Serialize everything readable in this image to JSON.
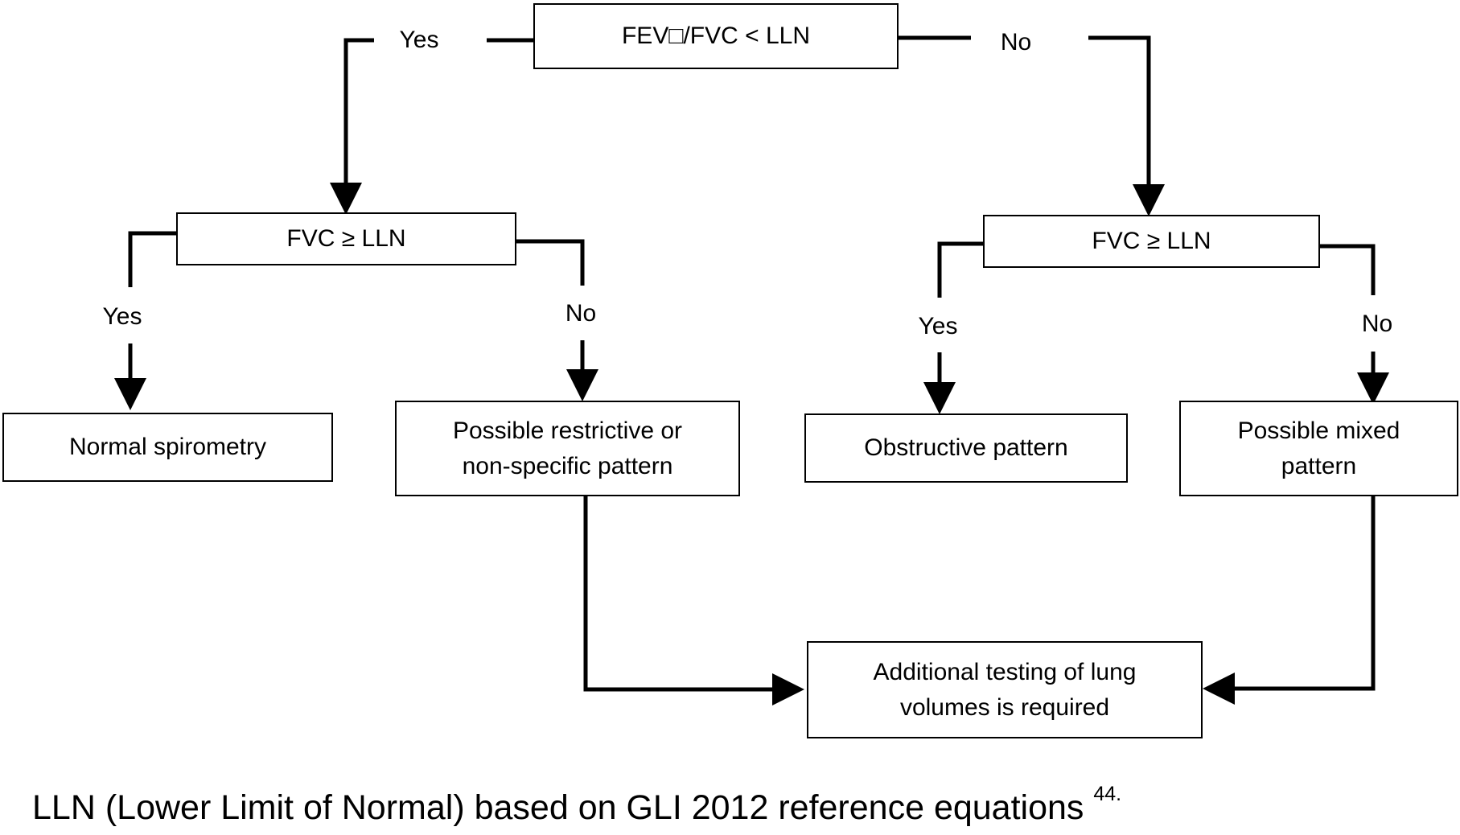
{
  "diagram": {
    "nodes": {
      "root": "FEV□/FVC < LLN",
      "left_test": "FVC ≥ LLN",
      "right_test": "FVC ≥ LLN",
      "normal": "Normal spirometry",
      "restrictive": [
        "Possible restrictive or",
        "non-specific pattern"
      ],
      "obstructive": "Obstructive pattern",
      "mixed": [
        "Possible mixed",
        "pattern"
      ],
      "additional": [
        "Additional testing of lung",
        "volumes is required"
      ]
    },
    "edge_labels": {
      "root_yes": "Yes",
      "root_no": "No",
      "left_yes": "Yes",
      "left_no": "No",
      "right_yes": "Yes",
      "right_no": "No"
    },
    "footnote": {
      "text": "LLN (Lower Limit of Normal) based on GLI 2012 reference equations ",
      "ref": "44."
    },
    "colors": {
      "line": "#000000",
      "box_fill": "#ffffff",
      "text": "#000000"
    }
  }
}
